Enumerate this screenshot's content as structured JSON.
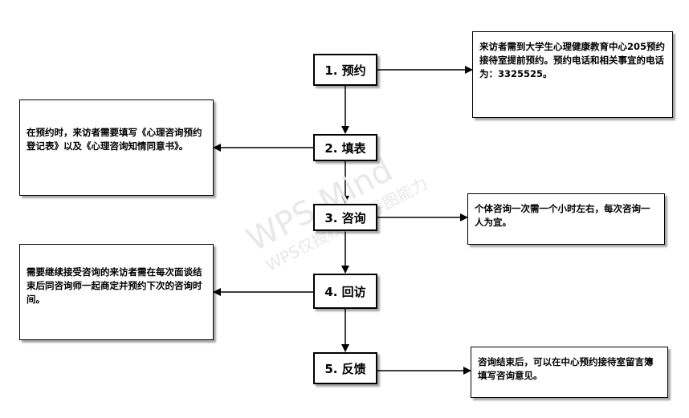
{
  "steps": [
    {
      "label": "1. 预约"
    },
    {
      "label": "2. 填表"
    },
    {
      "label": "3. 咨询"
    },
    {
      "label": "4. 回访"
    },
    {
      "label": "5. 反馈"
    }
  ],
  "notes": [
    {
      "text": "来访者需到大学生心理健康教育中心205预约接待室提前预约。预约电话和相关事宜的电话为：3325525。"
    },
    {
      "text": "在预约时，来访者需要填写《心理咨询预约登记表》以及《心理咨询知情同意书》。"
    },
    {
      "text": "个体咨询一次需一个小时左右，每次咨询一人为宜。"
    },
    {
      "text": "需要继续接受咨询的来访者需在每次面谈结束后同咨询师一起商定并预约下次的咨询时间。"
    },
    {
      "text": "咨询结束后，可以在中心预约接待室留言簿填写咨询意见。"
    }
  ],
  "watermark": {
    "main": "WPS Mind",
    "sub": "WPS仅授权思维导图能力"
  },
  "colors": {
    "line": "#000000",
    "box_border": "#000000",
    "watermark": "#e8e8e8"
  }
}
